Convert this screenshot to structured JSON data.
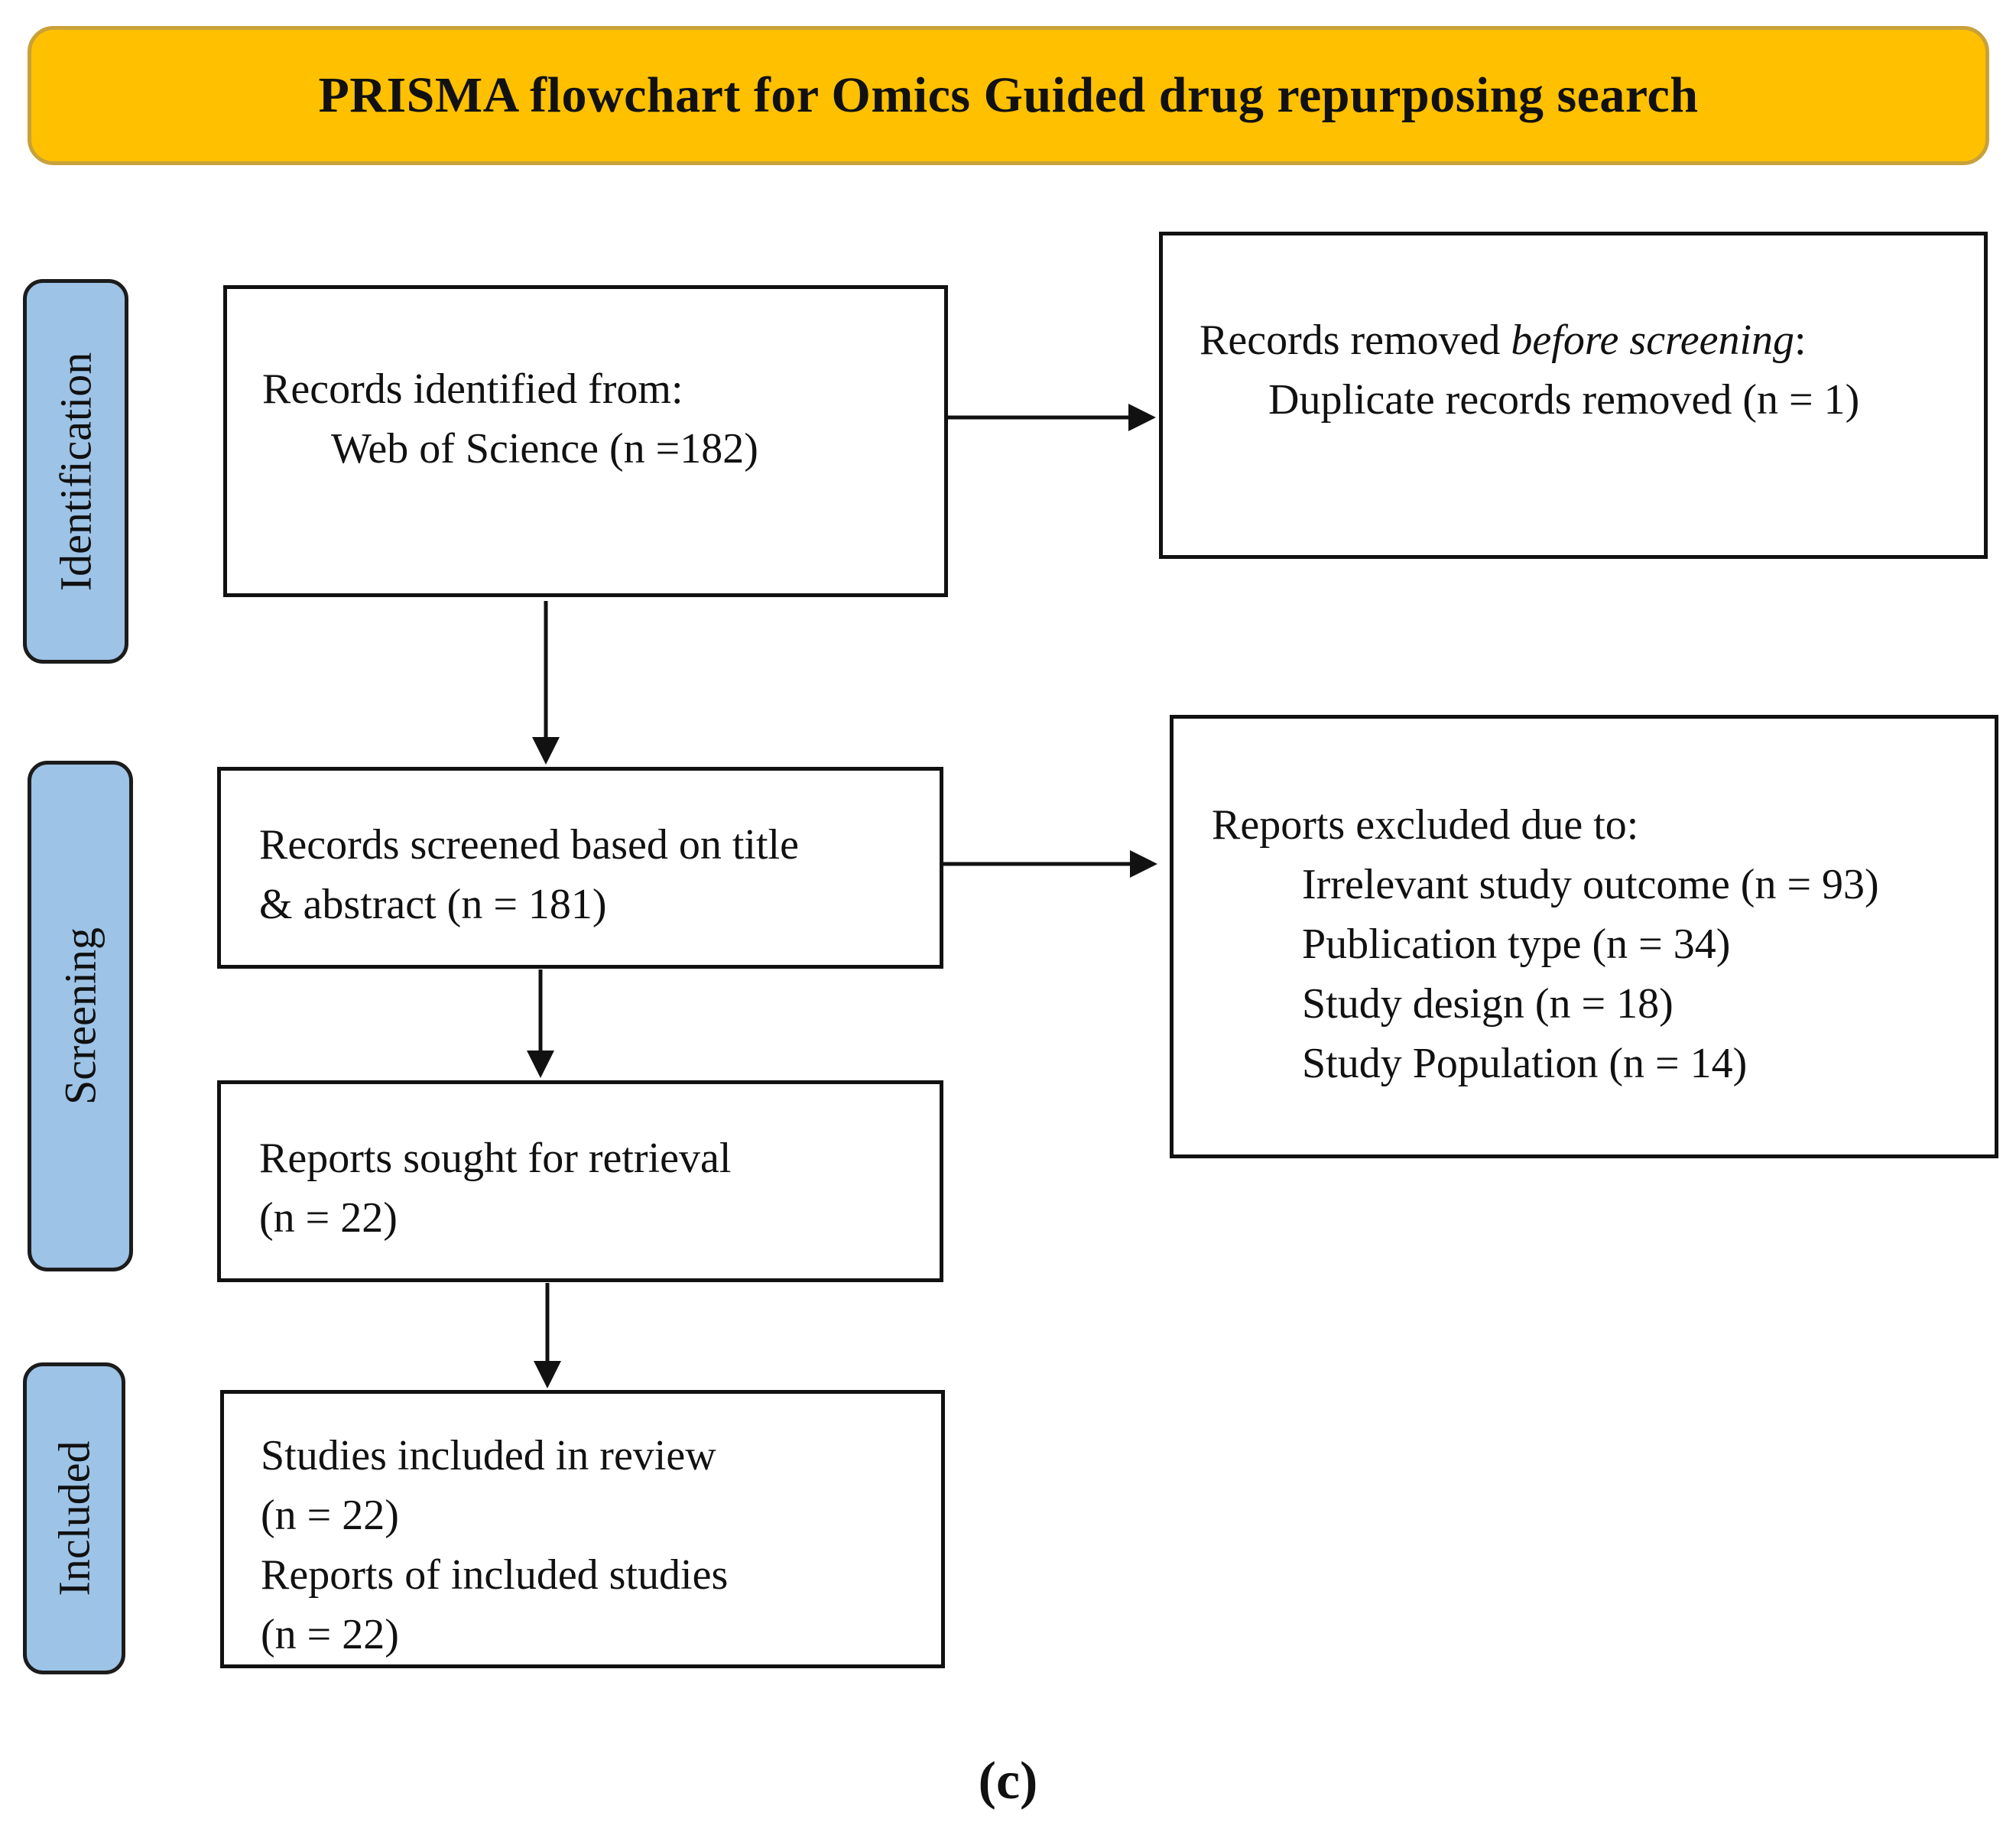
{
  "title": "PRISMA flowchart for Omics Guided drug repurposing search",
  "stages": {
    "identification": "Identification",
    "screening": "Screening",
    "included": "Included"
  },
  "boxes": {
    "identified": {
      "line1": "Records identified from:",
      "line2": "Web of Science (n =182)"
    },
    "removed": {
      "prefix": "Records removed ",
      "italic": "before screening",
      "suffix": ":",
      "line2": "Duplicate records removed (n = 1)"
    },
    "screened": {
      "line1": "Records screened based on title",
      "line2": "& abstract (n = 181)"
    },
    "excluded": {
      "line1": "Reports excluded due to:",
      "reasons": [
        "Irrelevant study outcome (n = 93)",
        "Publication type (n = 34)",
        "Study design (n = 18)",
        "Study Population (n = 14)"
      ]
    },
    "sought": {
      "line1": "Reports sought for retrieval",
      "line2": "(n = 22)"
    },
    "included": {
      "line1": "Studies included in review",
      "line2": "(n = 22)",
      "line3": "Reports of included studies",
      "line4": "(n = 22)"
    }
  },
  "caption": "(c)"
}
